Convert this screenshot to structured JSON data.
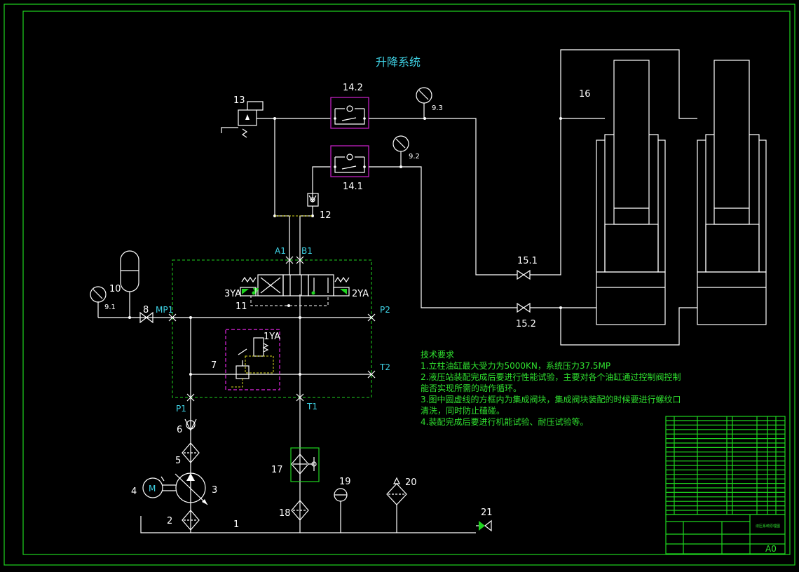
{
  "title": "升降系统",
  "component_labels": {
    "c1": "1",
    "c2": "2",
    "c3": "3",
    "c4": "4",
    "c5": "5",
    "c6": "6",
    "c7": "7",
    "c8": "8",
    "c10": "10",
    "c11": "11",
    "c12": "12",
    "c13": "13",
    "c14_1": "14.1",
    "c14_2": "14.2",
    "c15_1": "15.1",
    "c15_2": "15.2",
    "c16": "16",
    "c17": "17",
    "c18": "18",
    "c19": "19",
    "c20": "20",
    "c21": "21",
    "g9_1": "9.1",
    "g9_2": "9.2",
    "g9_3": "9.3",
    "motor": "M"
  },
  "port_labels": {
    "a1": "A1",
    "b1": "B1",
    "mp1": "MP1",
    "p1": "P1",
    "p2": "P2",
    "t1": "T1",
    "t2": "T2",
    "ya1": "1YA",
    "ya2": "2YA",
    "ya3": "3YA"
  },
  "tech_requirements": {
    "heading": "技术要求",
    "lines": [
      "1.立柱油缸最大受力为5000KN，系统压力37.5MP",
      "2.液压站装配完成后要进行性能试验，主要对各个油缸通过控制阀控制",
      "能否实现所需的动作循环。",
      "3.图中圆虚线的方框内为集成阀块，集成阀块装配的时候要进行螺纹口",
      "清洗，同时防止磕碰。",
      "4.装配完成后要进行机能试验、耐压试验等。"
    ]
  },
  "title_block": {
    "drawing_name": "液压系统原理图",
    "sheet": "A0"
  },
  "colors": {
    "background": "#000000",
    "frame": "#1fd51f",
    "lines": "#ffffff",
    "manifold": "#1fd51f",
    "valve_box": "#c020c0",
    "title": "#3fd3e6",
    "text_green": "#2fe02f"
  }
}
